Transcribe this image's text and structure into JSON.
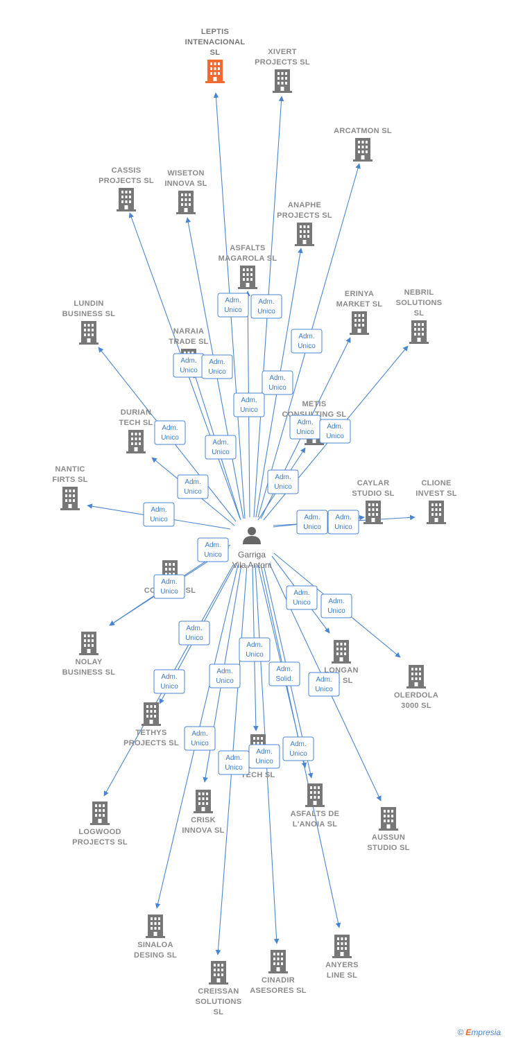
{
  "colors": {
    "edge": "#4a86cf",
    "building": "#777777",
    "highlight": "#f26a30",
    "person": "#666666"
  },
  "center": {
    "name_lines": [
      "Garriga",
      "Vila Antoni"
    ],
    "icon": "person-icon"
  },
  "nodes": [
    {
      "id": "leptis",
      "lines": [
        "LEPTIS",
        "INTENACIONAL",
        "SL"
      ],
      "highlight": true
    },
    {
      "id": "xivert",
      "lines": [
        "XIVERT",
        "PROJECTS  SL"
      ]
    },
    {
      "id": "arcatmon",
      "lines": [
        "ARCATMON SL"
      ]
    },
    {
      "id": "cassis",
      "lines": [
        "CASSIS",
        "PROJECTS  SL"
      ]
    },
    {
      "id": "wiseton",
      "lines": [
        "WISETON",
        "INNOVA  SL"
      ]
    },
    {
      "id": "anaphe",
      "lines": [
        "ANAPHE",
        "PROJECTS  SL"
      ]
    },
    {
      "id": "asfalts-magarola",
      "lines": [
        "ASFALTS",
        "MAGAROLA  SL"
      ]
    },
    {
      "id": "lundin",
      "lines": [
        "LUNDIN",
        "BUSINESS  SL"
      ]
    },
    {
      "id": "naraia",
      "lines": [
        "NARAIA",
        "TRADE  SL"
      ]
    },
    {
      "id": "erinya",
      "lines": [
        "ERINYA",
        "MARKET SL"
      ]
    },
    {
      "id": "nebril",
      "lines": [
        "NEBRIL",
        "SOLUTIONS",
        "SL"
      ]
    },
    {
      "id": "durian",
      "lines": [
        "DURIAN",
        "TECH  SL"
      ]
    },
    {
      "id": "metis",
      "lines": [
        "METIS",
        "CONSULTING SL"
      ]
    },
    {
      "id": "nantic",
      "lines": [
        "NANTIC",
        "FIRTS  SL"
      ]
    },
    {
      "id": "caylar",
      "lines": [
        "CAYLAR",
        "STUDIO  SL"
      ]
    },
    {
      "id": "clione",
      "lines": [
        "CLIONE",
        "INVEST  SL"
      ]
    },
    {
      "id": "connect",
      "lines": [
        "CONNECT  SL"
      ]
    },
    {
      "id": "nolay",
      "lines": [
        "NOLAY",
        "BUSINESS  SL"
      ]
    },
    {
      "id": "longan",
      "lines": [
        "LONGAN",
        "PE  SL"
      ]
    },
    {
      "id": "olerdola",
      "lines": [
        "OLERDOLA",
        "3000  SL"
      ]
    },
    {
      "id": "tethys",
      "lines": [
        "TETHYS",
        "PROJECTS  SL"
      ]
    },
    {
      "id": "tech",
      "lines": [
        "ENON",
        "TECH  SL"
      ]
    },
    {
      "id": "logwood",
      "lines": [
        "LOGWOOD",
        "PROJECTS SL"
      ]
    },
    {
      "id": "crisk",
      "lines": [
        "CRISK",
        "INNOVA SL"
      ]
    },
    {
      "id": "asfalts-anoia",
      "lines": [
        "ASFALTS DE",
        "L'ANOIA SL"
      ]
    },
    {
      "id": "aussun",
      "lines": [
        "AUSSUN",
        "STUDIO  SL"
      ]
    },
    {
      "id": "sinaloa",
      "lines": [
        "SINALOA",
        "DESING SL"
      ]
    },
    {
      "id": "creissan",
      "lines": [
        "CREISSAN",
        "SOLUTIONS",
        "SL"
      ]
    },
    {
      "id": "cinadir",
      "lines": [
        "CINADIR",
        "ASESORES  SL"
      ]
    },
    {
      "id": "anyers",
      "lines": [
        "ANYERS",
        "LINE  SL"
      ]
    }
  ],
  "edges": [
    {
      "to": "leptis",
      "role": [
        "Adm.",
        "Unico"
      ]
    },
    {
      "to": "xivert",
      "role": [
        "Adm.",
        "Unico"
      ]
    },
    {
      "to": "arcatmon",
      "role": [
        "Adm.",
        "Unico"
      ]
    },
    {
      "to": "cassis",
      "role": [
        "Adm.",
        "Unico"
      ]
    },
    {
      "to": "wiseton",
      "role": [
        "Adm.",
        "Unico"
      ]
    },
    {
      "to": "anaphe",
      "role": [
        "Adm.",
        "Unico"
      ]
    },
    {
      "to": "asfalts-magarola",
      "role": [
        "Adm.",
        "Unico"
      ]
    },
    {
      "to": "lundin",
      "role": [
        "Adm.",
        "Unico"
      ]
    },
    {
      "to": "naraia",
      "role": [
        "Adm.",
        "Unico"
      ]
    },
    {
      "to": "erinya",
      "role": [
        "Adm.",
        "Unico"
      ]
    },
    {
      "to": "nebril",
      "role": [
        "Adm.",
        "Unico"
      ]
    },
    {
      "to": "durian",
      "role": [
        "Adm.",
        "Unico"
      ]
    },
    {
      "to": "metis",
      "role": [
        "Adm.",
        "Unico"
      ]
    },
    {
      "to": "nantic",
      "role": [
        "Adm.",
        "Unico"
      ]
    },
    {
      "to": "caylar",
      "role": [
        "Adm.",
        "Unico"
      ]
    },
    {
      "to": "clione",
      "role": [
        "Adm.",
        "Unico"
      ]
    },
    {
      "to": "connect",
      "role": [
        "Adm.",
        "Unico"
      ]
    },
    {
      "to": "nolay",
      "role": [
        "Adm.",
        "Unico"
      ]
    },
    {
      "to": "longan",
      "role": [
        "Adm.",
        "Unico"
      ]
    },
    {
      "to": "olerdola",
      "role": [
        "Adm.",
        "Unico"
      ]
    },
    {
      "to": "tethys",
      "role": [
        "Adm.",
        "Unico"
      ]
    },
    {
      "to": "tech",
      "role": [
        "Adm.",
        "Unico"
      ]
    },
    {
      "to": "logwood",
      "role": [
        "Adm.",
        "Unico"
      ]
    },
    {
      "to": "crisk",
      "role": [
        "Adm.",
        "Unico"
      ]
    },
    {
      "to": "asfalts-anoia",
      "role": [
        "Adm.",
        "Unico"
      ]
    },
    {
      "to": "aussun",
      "role": [
        "Adm.",
        "Unico"
      ]
    },
    {
      "to": "sinaloa",
      "role": [
        "Adm.",
        "Unico"
      ]
    },
    {
      "to": "creissan",
      "role": [
        "Adm.",
        "Unico"
      ]
    },
    {
      "to": "cinadir",
      "role": [
        "Adm.",
        "Unico"
      ]
    },
    {
      "to": "anyers",
      "role": [
        "Adm.",
        "Unico"
      ]
    },
    {
      "to": "tech",
      "role": [
        "Adm.",
        "Solid."
      ]
    }
  ],
  "footer": {
    "copyright": "©",
    "brand_initial": "E",
    "brand_rest": "mpresia"
  }
}
